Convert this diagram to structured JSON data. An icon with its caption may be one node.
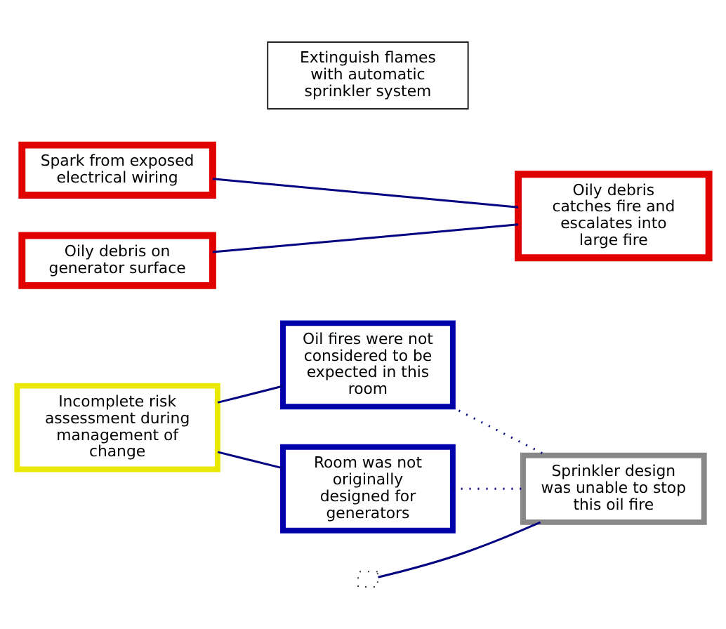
{
  "diagram": {
    "nodes": [
      {
        "text": [
          "Incomplete risk assessment during management of change"
        ]
      },
      {
        "text": [
          "Oil fires were not considered to be expected in this room"
        ]
      },
      {
        "text": [
          "Room was not originally designed for generators"
        ]
      },
      {
        "text": [
          "Sprinkler design was unable to stop this oil fire"
        ]
      },
      {
        "text": [],
        "shape": "box"
      },
      {
        "text": [
          "Spark from exposed electrical wiring"
        ]
      },
      {
        "text": [
          "Extinguish flames with automatic sprinkler system"
        ]
      },
      {
        "text": [
          "Oily debris catches fire and escalates into large fire"
        ]
      },
      {
        "text": [
          "Oily debris on generator surface"
        ]
      }
    ],
    "edges": [
      {
        "from": 0,
        "to": 1,
        "arrow": "none"
      },
      {
        "from": 0,
        "to": 2,
        "arrow": "none"
      },
      {
        "from": 1,
        "to": 3,
        "arrow": "none",
        "style": "dashed"
      },
      {
        "from": 2,
        "to": 3,
        "arrow": "none",
        "style": "dashed"
      },
      {
        "from": 3,
        "to": 4,
        "arrow": "none"
      },
      {
        "from": 5,
        "to": 7,
        "arrow": "none"
      },
      {
        "from": 8,
        "to": 7,
        "arrow": "none"
      }
    ]
  }
}
